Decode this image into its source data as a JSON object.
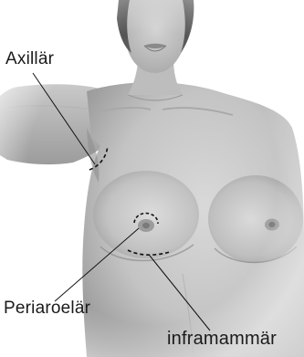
{
  "labels": {
    "axillar": "Axillär",
    "periareolar": "Periaroelär",
    "inframammary": "inframammär"
  }
}
